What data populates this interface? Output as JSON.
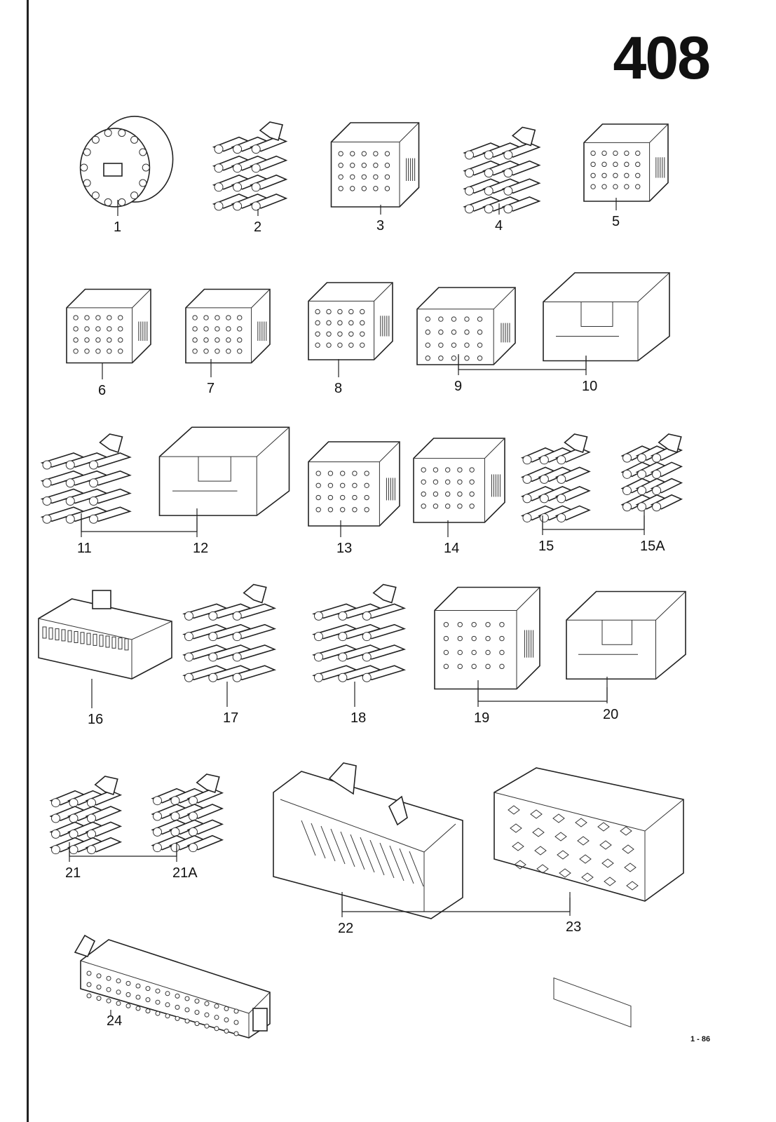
{
  "page_number": "408",
  "footer_code": "1 - 86",
  "parts": [
    {
      "id": "1",
      "label": "1"
    },
    {
      "id": "2",
      "label": "2"
    },
    {
      "id": "3",
      "label": "3"
    },
    {
      "id": "4",
      "label": "4"
    },
    {
      "id": "5",
      "label": "5"
    },
    {
      "id": "6",
      "label": "6"
    },
    {
      "id": "7",
      "label": "7"
    },
    {
      "id": "8",
      "label": "8"
    },
    {
      "id": "9",
      "label": "9"
    },
    {
      "id": "10",
      "label": "10"
    },
    {
      "id": "11",
      "label": "11"
    },
    {
      "id": "12",
      "label": "12"
    },
    {
      "id": "13",
      "label": "13"
    },
    {
      "id": "14",
      "label": "14"
    },
    {
      "id": "15",
      "label": "15"
    },
    {
      "id": "15A",
      "label": "15A"
    },
    {
      "id": "16",
      "label": "16"
    },
    {
      "id": "17",
      "label": "17"
    },
    {
      "id": "18",
      "label": "18"
    },
    {
      "id": "19",
      "label": "19"
    },
    {
      "id": "20",
      "label": "20"
    },
    {
      "id": "21",
      "label": "21"
    },
    {
      "id": "21A",
      "label": "21A"
    },
    {
      "id": "22",
      "label": "22"
    },
    {
      "id": "23",
      "label": "23"
    },
    {
      "id": "24",
      "label": "24"
    }
  ]
}
